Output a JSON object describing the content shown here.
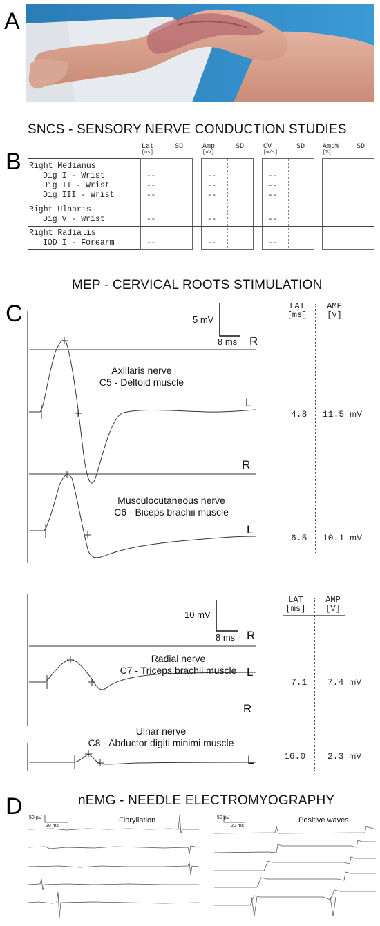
{
  "panels": {
    "a": "A",
    "b": "B",
    "c": "C",
    "d": "D"
  },
  "sncs": {
    "title": "SNCS - SENSORY NERVE CONDUCTION STUDIES",
    "columns": [
      {
        "name": "Lat",
        "unit": "[ms]",
        "sd": "SD"
      },
      {
        "name": "Amp",
        "unit": "[uV]",
        "sd": "SD"
      },
      {
        "name": "CV",
        "unit": "[m/s]",
        "sd": "SD"
      },
      {
        "name": "Amp%",
        "unit": "[%]",
        "sd": "SD"
      }
    ],
    "groups": [
      {
        "nerve": "Right Medianus",
        "sites": [
          "Dig I - Wrist",
          "Dig II - Wrist",
          "Dig III - Wrist"
        ]
      },
      {
        "nerve": "Right Ulnaris",
        "sites": [
          "Dig V - Wrist"
        ]
      },
      {
        "nerve": "Right Radialis",
        "sites": [
          "IOD I - Forearm"
        ]
      }
    ],
    "empty_value": "--"
  },
  "mep": {
    "title": "MEP - CERVICAL ROOTS STIMULATION",
    "table_header": {
      "lat": "LAT",
      "lat_unit": "[ms]",
      "amp": "AMP",
      "amp_unit": "[V]"
    },
    "blocks": [
      {
        "scale_amp": "5 mV",
        "scale_time": "8 ms",
        "traces": [
          {
            "nerve": "Axillaris nerve",
            "muscle": "C5 - Deltoid muscle",
            "right": "R",
            "left": "L",
            "lat": "4.8",
            "amp": "11.5",
            "amp_unit": "mV"
          },
          {
            "nerve": "Musculocutaneous  nerve",
            "muscle": "C6 - Biceps brachii muscle",
            "right": "R",
            "left": "L",
            "lat": "6.5",
            "amp": "10.1",
            "amp_unit": "mV"
          }
        ]
      },
      {
        "scale_amp": "10 mV",
        "scale_time": "8 ms",
        "traces": [
          {
            "nerve": "Radial nerve",
            "muscle": "C7 - Triceps brachii muscle",
            "right": "R",
            "left": "L",
            "lat": "7.1",
            "amp": "7.4",
            "amp_unit": "mV"
          },
          {
            "nerve": "Ulnar nerve",
            "muscle": "C8 - Abductor digiti minimi muscle",
            "right": "R",
            "left": "L",
            "lat": "16.0",
            "amp": "2.3",
            "amp_unit": "mV"
          }
        ]
      }
    ]
  },
  "nemg": {
    "title": "nEMG - NEEDLE ELECTROMYOGRAPHY",
    "left": {
      "title": "Fibryllation",
      "scale_amp": "50 µV",
      "scale_time": "20 ms"
    },
    "right": {
      "title": "Positive waves",
      "scale_amp": "50 µV",
      "scale_time": "20 ms"
    }
  },
  "colors": {
    "skin": "#d9a390",
    "scar": "#b0606a",
    "sheet": "#e8ecf0",
    "blue_bg": "#2f7fb8"
  }
}
